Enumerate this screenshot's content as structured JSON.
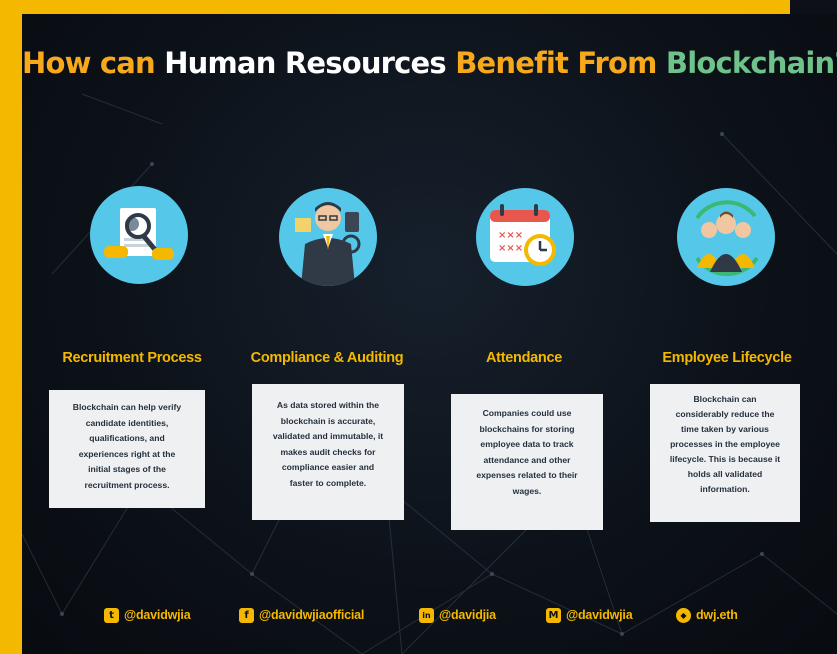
{
  "title": {
    "part1": "How can ",
    "part2": "Human Resources ",
    "part3": "Benefit From ",
    "part4": "Blockchain?"
  },
  "columns": [
    {
      "icon": "recruitment-icon",
      "title": "Recruitment Process",
      "lines": [
        "Blockchain can help verify",
        "candidate identities,",
        "qualifications, and",
        "experiences right at the",
        "initial stages of the",
        "recruitment process."
      ]
    },
    {
      "icon": "auditor-icon",
      "title": "Compliance & Auditing",
      "lines": [
        "As data stored within the",
        "blockchain is accurate,",
        "validated and immutable, it",
        "makes audit checks for",
        "compliance easier and",
        "faster to complete."
      ]
    },
    {
      "icon": "calendar-clock-icon",
      "title": "Attendance",
      "lines": [
        "Companies could use",
        "blockchains for storing",
        "employee data to track",
        "attendance and other",
        "expenses related to their",
        "wages."
      ]
    },
    {
      "icon": "team-cycle-icon",
      "title": "Employee Lifecycle",
      "lines": [
        "Blockchain can",
        "considerably reduce the",
        "time taken by various",
        "processes in the employee",
        "lifecycle. This is because it",
        "holds all validated",
        "information."
      ]
    }
  ],
  "socials": [
    {
      "icon": "twitter-icon",
      "glyph": "t",
      "handle": "@davidwjia"
    },
    {
      "icon": "facebook-icon",
      "glyph": "f",
      "handle": "@davidwjiaofficial"
    },
    {
      "icon": "linkedin-icon",
      "glyph": "in",
      "handle": "@davidjia"
    },
    {
      "icon": "medium-icon",
      "glyph": "M",
      "handle": "@davidwjia"
    },
    {
      "icon": "ethereum-icon",
      "glyph": "◆",
      "handle": "dwj.eth"
    }
  ],
  "colors": {
    "accent_yellow": "#f5b800",
    "title_orange": "#f7a81b",
    "title_green": "#6fc28a",
    "icon_circle": "#55c8ea",
    "background": "#0c1118",
    "card": "#eef0f2"
  }
}
